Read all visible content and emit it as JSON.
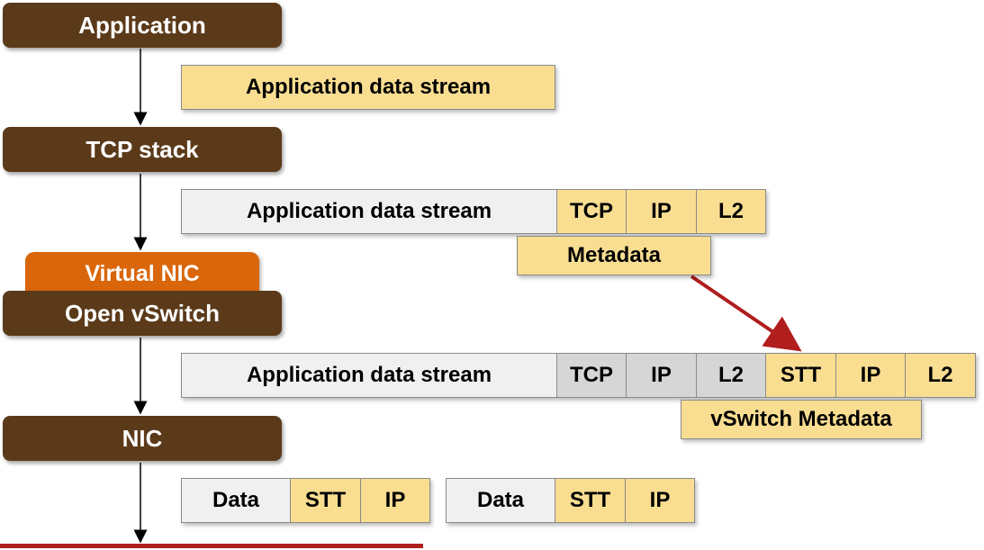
{
  "layers": {
    "application": "Application",
    "tcp_stack": "TCP stack",
    "virtual_nic": "Virtual NIC",
    "open_vswitch": "Open vSwitch",
    "nic": "NIC"
  },
  "row1": {
    "stream": "Application data stream"
  },
  "row2": {
    "stream": "Application data stream",
    "tcp": "TCP",
    "ip": "IP",
    "l2": "L2",
    "metadata": "Metadata"
  },
  "row3": {
    "stream": "Application data stream",
    "tcp": "TCP",
    "ip": "IP",
    "l2": "L2",
    "stt": "STT",
    "ip2": "IP",
    "l2b": "L2",
    "metadata": "vSwitch Metadata"
  },
  "row4": [
    {
      "data": "Data",
      "stt": "STT",
      "ip": "IP"
    },
    {
      "data": "Data",
      "stt": "STT",
      "ip": "IP"
    }
  ],
  "colors": {
    "layer": "#5b3a1a",
    "virtual_nic": "#d9660a",
    "header": "#f9de92",
    "arrow": "#b01e1e"
  }
}
